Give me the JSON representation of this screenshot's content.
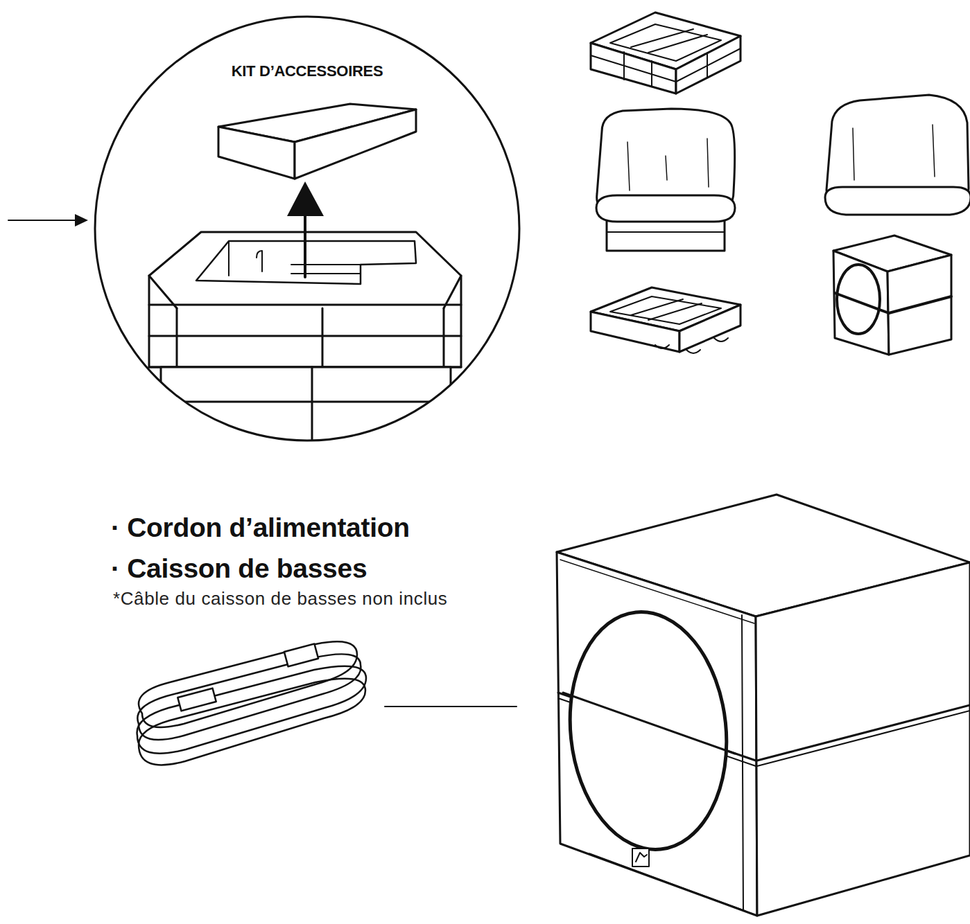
{
  "diagram": {
    "nodes": [
      {
        "text": [
          "KIT D’ACCESSOIRES"
        ]
      }
    ],
    "labels": [
      "· Cordon d’alimentation",
      "· Caisson de basses",
      "*Câble du caisson de basses non inclus"
    ]
  }
}
